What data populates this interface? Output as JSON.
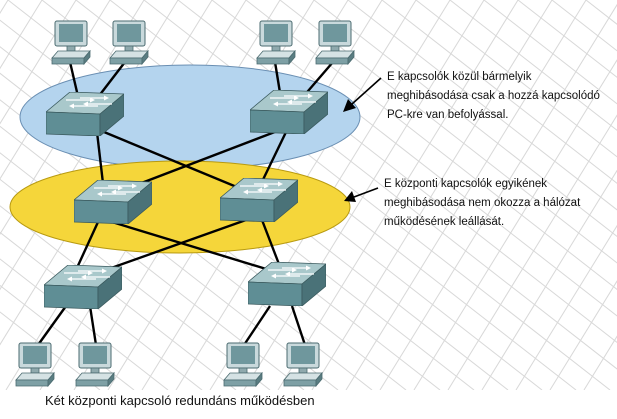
{
  "callouts": {
    "access_switches": "E kapcsolók közül bármelyik\nmeghibásodása csak a hozzá kapcsolódó\nPC-kre van befolyással.",
    "core_switches": "E központi kapcsolók egyikének\nmeghibásodása nem okozza a hálózat\nműködésének leállását."
  },
  "caption": "Két központi kapcsoló redundáns működésben",
  "colors": {
    "top_zone": "#b4d4ee",
    "core_zone": "#f5d63a",
    "switch_top": "#a9c8cb",
    "switch_front": "#5f8e95",
    "switch_side": "#4a7278",
    "link": "#000000",
    "grid": "#d8d8d8"
  },
  "icons": [
    "pc-icon",
    "switch-icon",
    "arrow-icon"
  ]
}
